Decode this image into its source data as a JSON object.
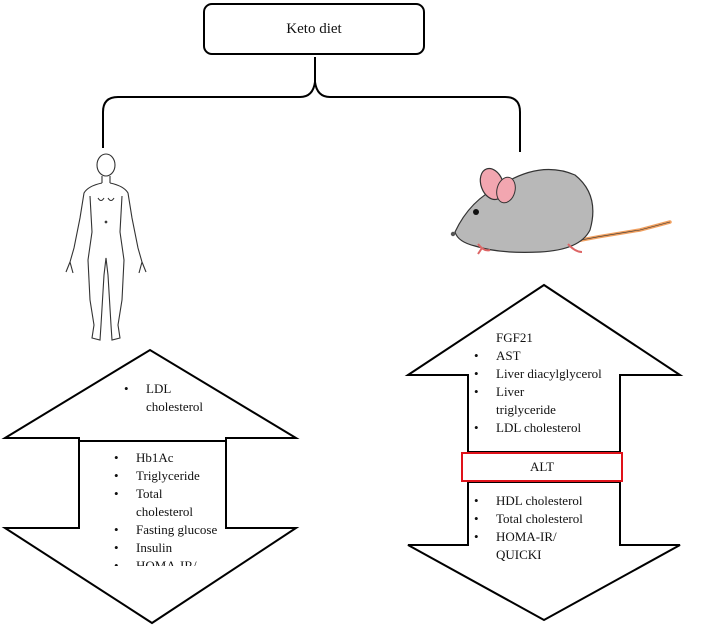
{
  "title": "Keto diet",
  "human_panel": {
    "up": [
      "LDL cholesterol"
    ],
    "down": [
      "Hb1Ac",
      "Triglyceride",
      "Total cholesterol",
      "Fasting glucose",
      "Insulin",
      "HOMA-IR/ QUICKI"
    ]
  },
  "mouse_panel": {
    "up_heading": "FGF21",
    "up": [
      "AST",
      "Liver diacylglycerol",
      "Liver triglyceride",
      "LDL cholesterol"
    ],
    "highlight": "ALT",
    "down": [
      "HDL cholesterol",
      "Total cholesterol",
      "HOMA-IR/ QUICKI"
    ]
  },
  "colors": {
    "line": "#000000",
    "highlight_border": "#e0121a",
    "mouse_body": "#b8b8b8",
    "mouse_ear": "#f2a6b0",
    "mouse_tail": "#f0a060"
  },
  "icons": [
    "human-body-icon",
    "mouse-icon"
  ]
}
